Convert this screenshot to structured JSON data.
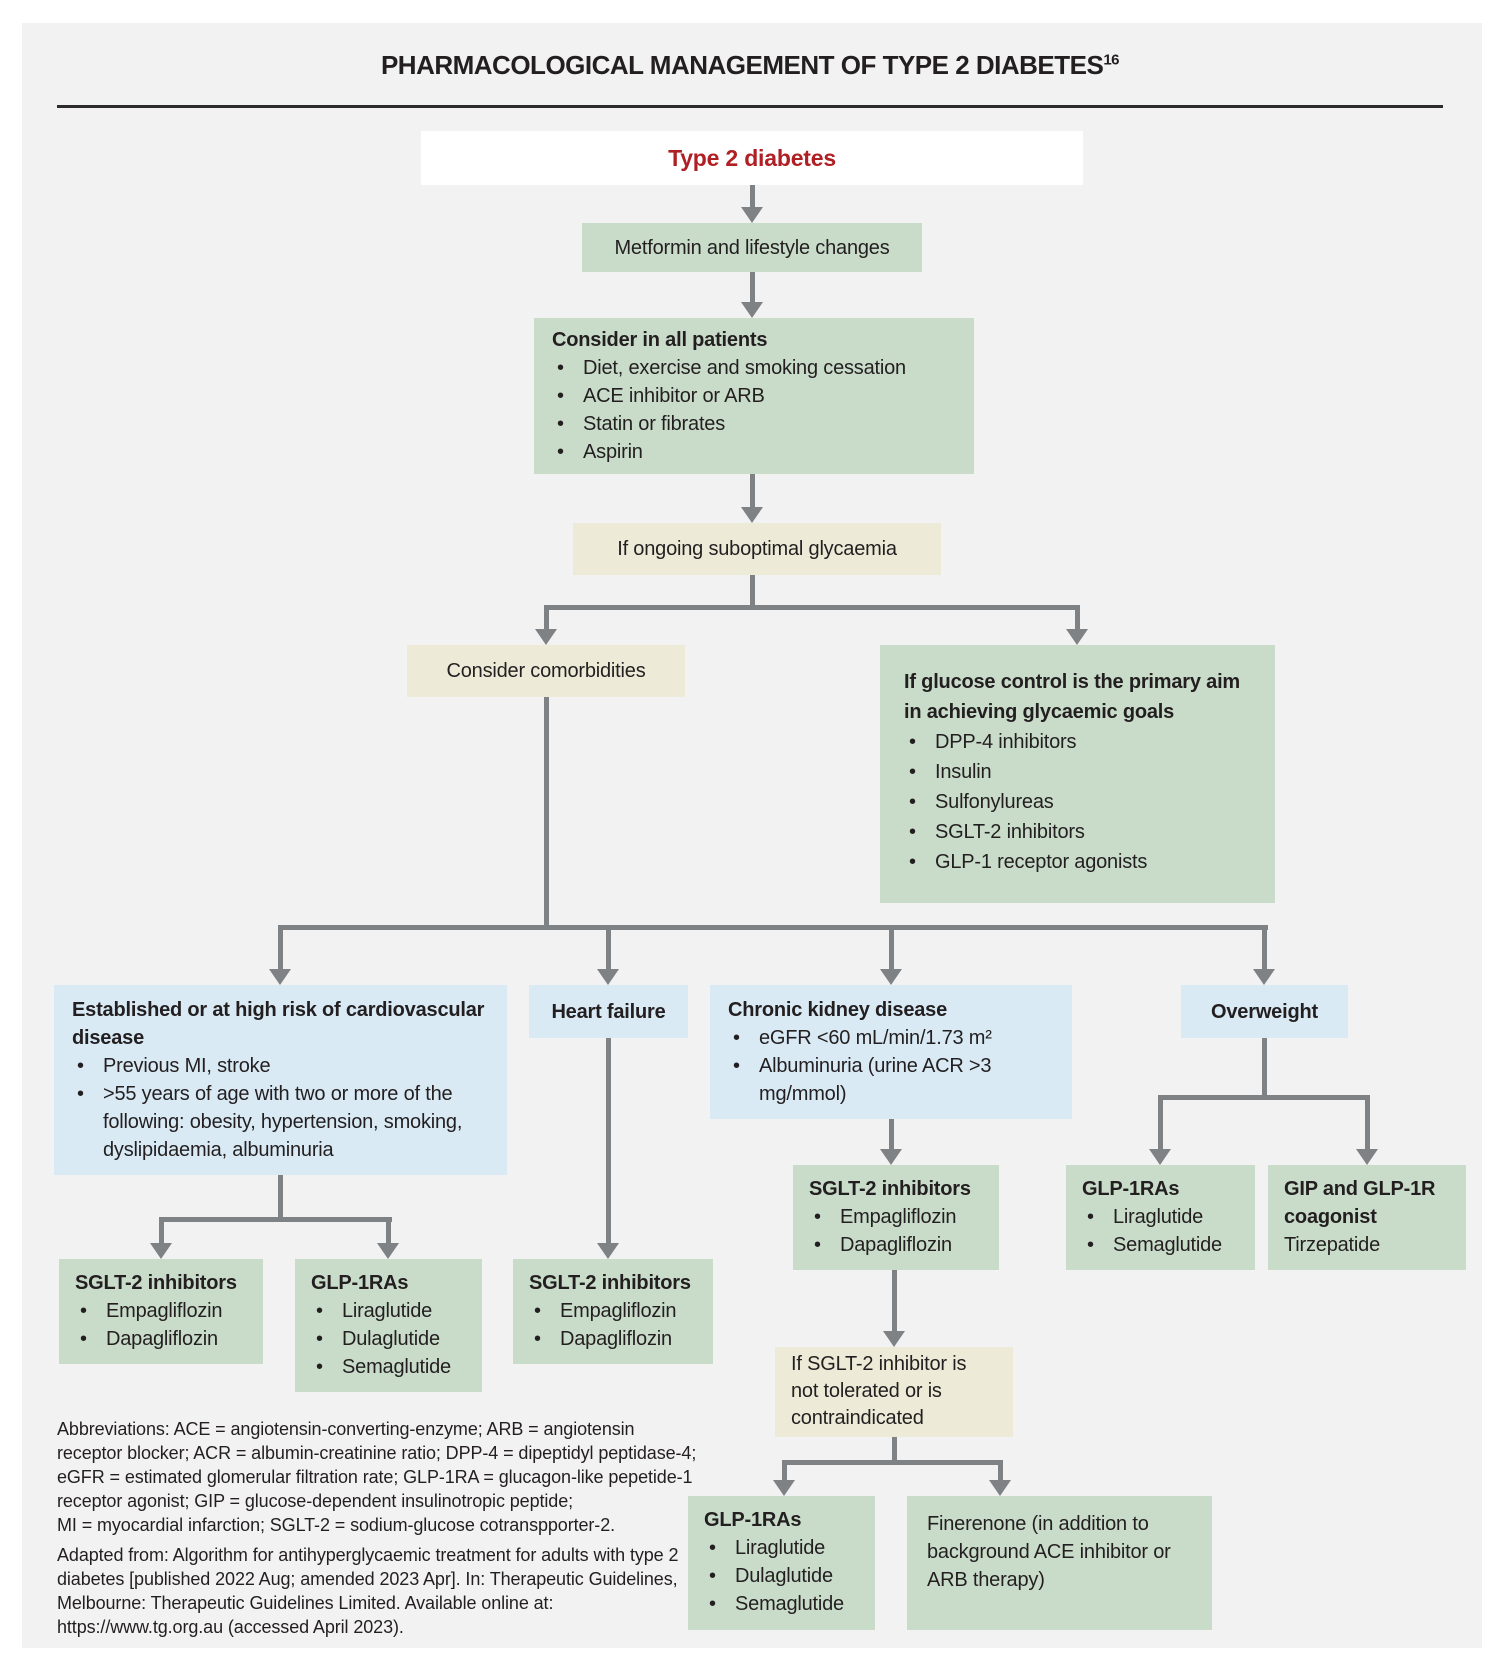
{
  "header": {
    "title": "PHARMACOLOGICAL MANAGEMENT OF TYPE 2 DIABETES",
    "title_sup": "16"
  },
  "flow": {
    "type2": {
      "label": "Type 2 diabetes"
    },
    "metformin": {
      "label": "Metformin and lifestyle changes"
    },
    "consider_all": {
      "title": "Consider in all patients",
      "bullets": [
        "Diet, exercise and smoking cessation",
        "ACE inhibitor or ARB",
        "Statin or fibrates",
        "Aspirin"
      ]
    },
    "suboptimal": {
      "label": "If ongoing suboptimal glycaemia"
    },
    "comorbidities": {
      "label": "Consider comorbidities"
    },
    "glucose_primary": {
      "title": "If glucose control is the primary aim in achieving glycaemic goals",
      "bullets": [
        "DPP-4 inhibitors",
        "Insulin",
        "Sulfonylureas",
        "SGLT-2 inhibitors",
        "GLP-1 receptor agonists"
      ]
    },
    "cvd": {
      "title": "Established or at high risk of cardiovascular disease",
      "bullets": [
        "Previous MI, stroke",
        ">55 years of age with two or more of the following: obesity, hypertension, smoking, dyslipidaemia, albuminuria"
      ]
    },
    "heart_failure": {
      "label": "Heart failure"
    },
    "ckd": {
      "title": "Chronic kidney disease",
      "bullets": [
        "eGFR <60 mL/min/1.73 m²",
        "Albuminuria (urine ACR  >3 mg/mmol)"
      ]
    },
    "overweight": {
      "label": "Overweight"
    },
    "sglt2_cvd": {
      "title": "SGLT-2 inhibitors",
      "bullets": [
        "Empagliflozin",
        "Dapagliflozin"
      ]
    },
    "glp1_cvd": {
      "title": "GLP-1RAs",
      "bullets": [
        "Liraglutide",
        "Dulaglutide",
        "Semaglutide"
      ]
    },
    "sglt2_hf": {
      "title": "SGLT-2 inhibitors",
      "bullets": [
        "Empagliflozin",
        "Dapagliflozin"
      ]
    },
    "sglt2_ckd": {
      "title": "SGLT-2 inhibitors",
      "bullets": [
        "Empagliflozin",
        "Dapagliflozin"
      ]
    },
    "glp1_ow": {
      "title": "GLP-1RAs",
      "bullets": [
        "Liraglutide",
        "Semaglutide"
      ]
    },
    "gip_coagonist": {
      "title": "GIP and GLP-1R coagonist",
      "subtitle": "Tirzepatide"
    },
    "not_tolerated": {
      "label": "If SGLT-2 inhibitor is not tolerated or is contraindicated"
    },
    "glp1_ckd": {
      "title": "GLP-1RAs",
      "bullets": [
        "Liraglutide",
        "Dulaglutide",
        "Semaglutide"
      ]
    },
    "finerenone": {
      "label": "Finerenone (in addition to background ACE inhibitor or ARB therapy)"
    }
  },
  "footnotes": {
    "abbreviations_lines": [
      "Abbreviations: ACE = angiotensin-converting-enzyme; ARB = angiotensin",
      "receptor blocker; ACR = albumin-creatinine ratio; DPP-4 = dipeptidyl peptidase-4;",
      "eGFR = estimated glomerular filtration rate; GLP-1RA = glucagon-like pepetide-1",
      "receptor agonist; GIP = glucose-dependent insulinotropic peptide;",
      "MI = myocardial infarction; SGLT-2 = sodium-glucose cotranspporter-2."
    ],
    "source_lines": [
      "Adapted from: Algorithm for antihyperglycaemic treatment for adults with type 2",
      "diabetes [published 2022 Aug; amended 2023 Apr]. In: Therapeutic Guidelines,",
      "Melbourne: Therapeutic Guidelines Limited. Available online at:",
      "https://www.tg.org.au (accessed April 2023)."
    ]
  },
  "colors": {
    "panel_bg": "#f2f2f3",
    "box_green": "#c9dcca",
    "box_beige": "#edebd8",
    "box_blue": "#d9eaf5",
    "box_white": "#ffffff",
    "arrow_gray": "#7f8285",
    "text_dark": "#231f20",
    "accent_red": "#b01f24"
  }
}
